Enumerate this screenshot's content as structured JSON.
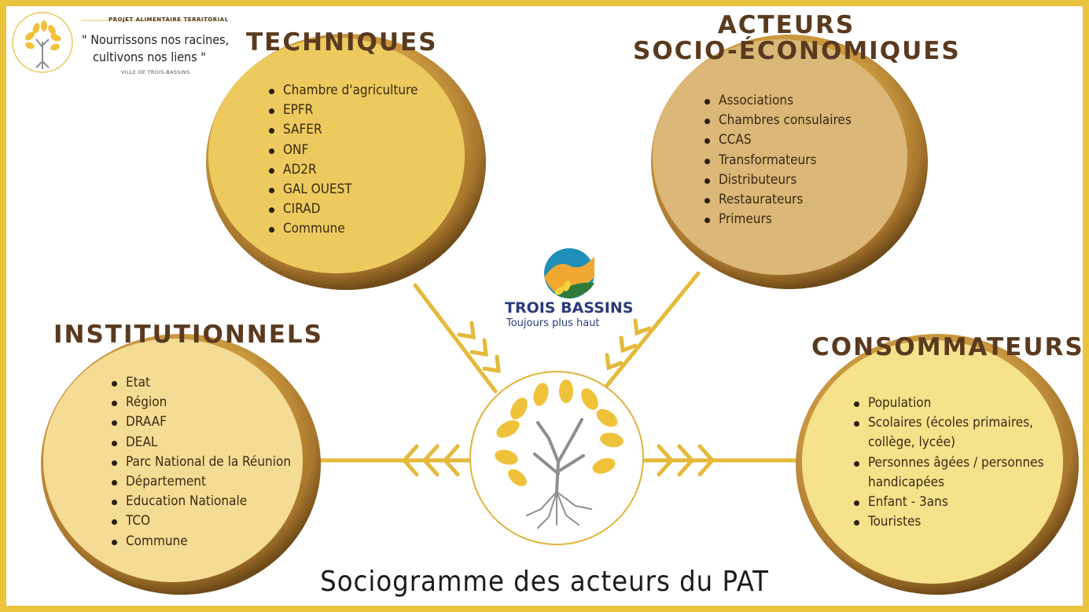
{
  "header": {
    "banner": "PROJET ALIMENTAIRE TERRITORIAL",
    "slogan_line1": "\" Nourrissons nos racines,",
    "slogan_line2": "cultivons nos liens \"",
    "town": "VILLE DE TROIS-BASSINS"
  },
  "center": {
    "brand_name": "TROIS BASSINS",
    "brand_tagline": "Toujours plus haut",
    "icon": "tree-icon"
  },
  "groups": {
    "techniques": {
      "title": "TECHNIQUES",
      "items": [
        "Chambre d'agriculture",
        "EPFR",
        "SAFER",
        "ONF",
        "AD2R",
        "GAL OUEST",
        "CIRAD",
        "Commune"
      ]
    },
    "socio": {
      "title_line1": "ACTEURS",
      "title_line2": "SOCIO-ÉCONOMIQUES",
      "items": [
        "Associations",
        "Chambres consulaires",
        "CCAS",
        "Transformateurs",
        "Distributeurs",
        "Restaurateurs",
        "Primeurs"
      ]
    },
    "institutionnels": {
      "title": "INSTITUTIONNELS",
      "items": [
        "Etat",
        "Région",
        "DRAAF",
        "DEAL",
        "Parc National de la Réunion",
        "Département",
        "Education Nationale",
        "TCO",
        "Commune"
      ]
    },
    "consommateurs": {
      "title": "CONSOMMATEURS",
      "items": [
        "Population",
        "Scolaires (écoles primaires,",
        "collège, lycée)",
        "Personnes âgées / personnes",
        "handicapées",
        "Enfant - 3ans",
        "Touristes"
      ]
    }
  },
  "footer": {
    "title": "Sociogramme des acteurs du PAT"
  },
  "colors": {
    "frame": "#ecc33f",
    "connector": "#e5b93a",
    "heading": "#5a3a1f",
    "circle_techniques": "#ecca5e",
    "circle_socio": "#dbb778",
    "circle_institutionnels": "#f5dc95",
    "circle_consommateurs": "#f7e28c",
    "circle_rim": "#a8762d",
    "leaf": "#f0c23a",
    "trunk": "#8e8e8e"
  }
}
